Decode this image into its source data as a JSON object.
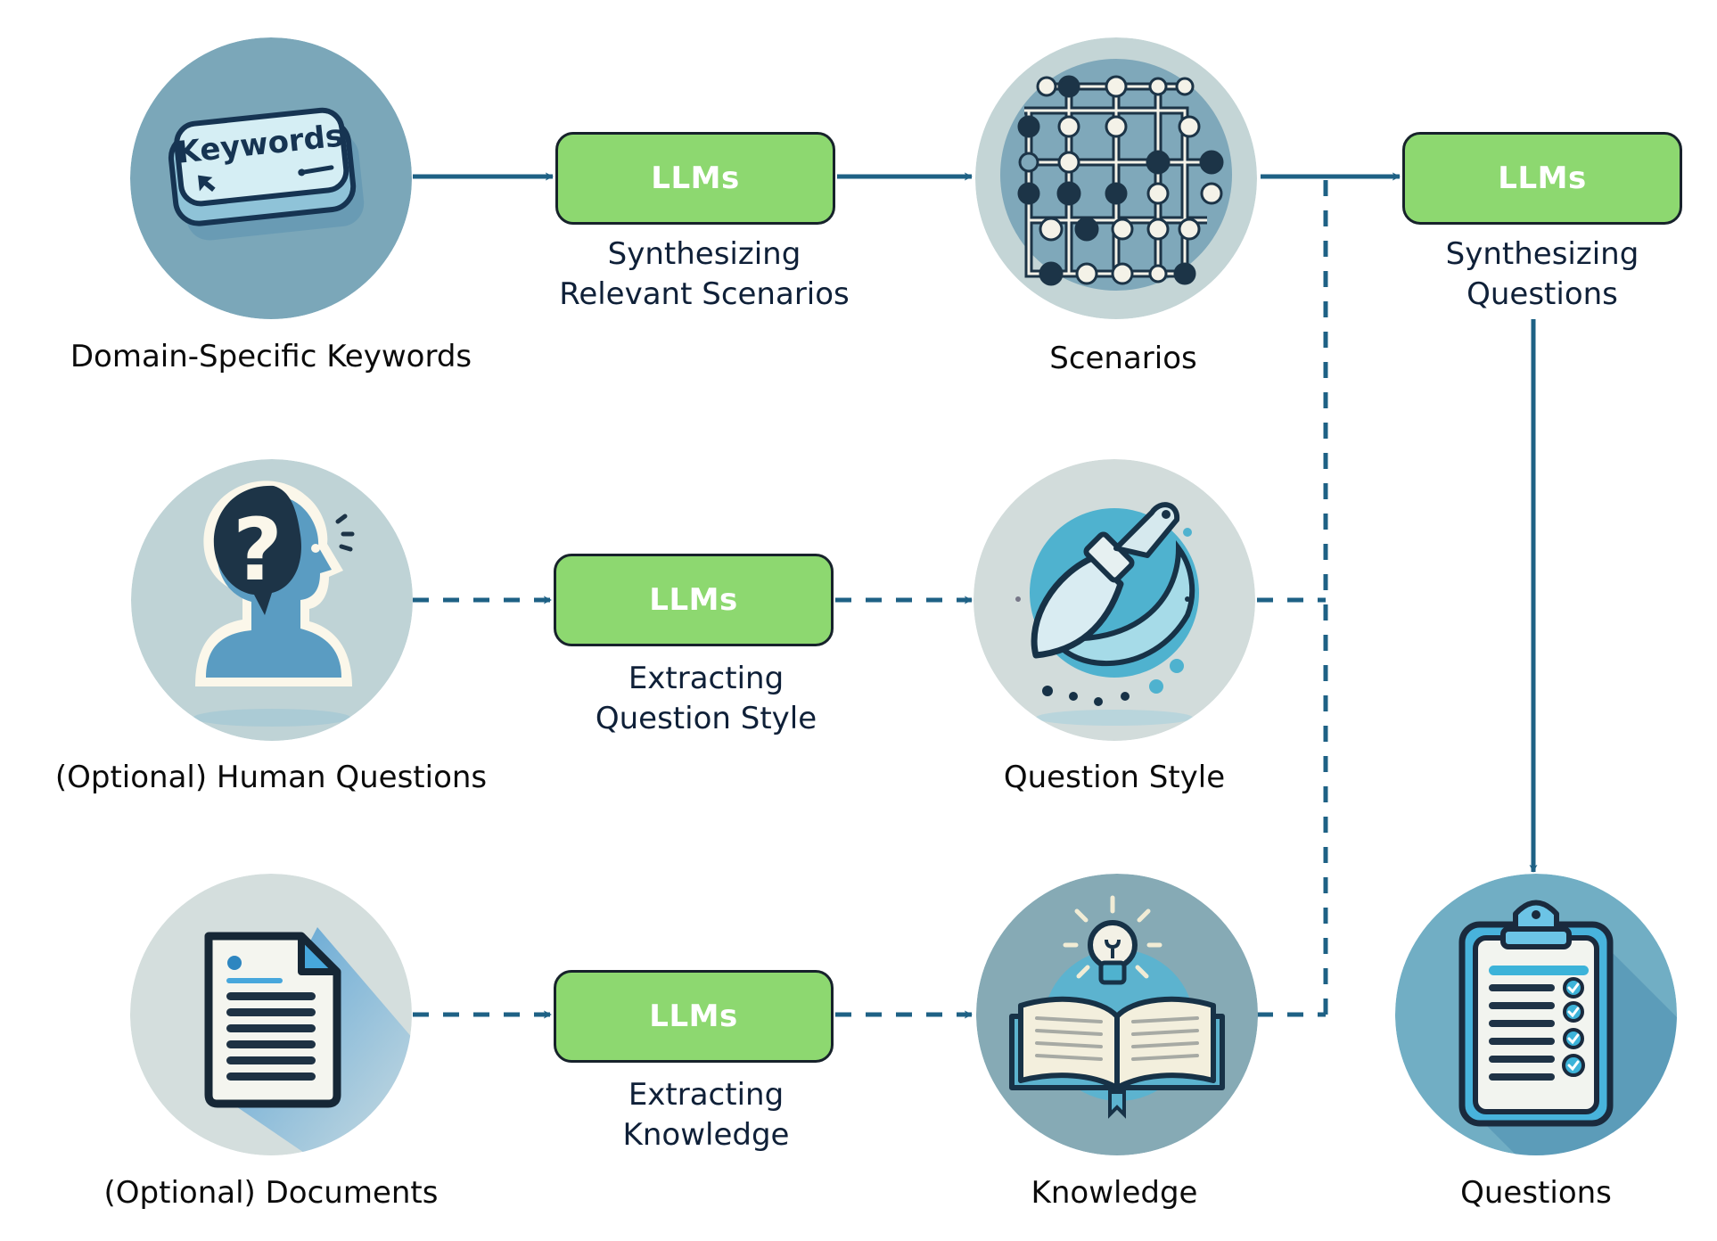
{
  "diagram": {
    "colors": {
      "llm_box": "#8dd870",
      "arrow": "#1e6185",
      "caption_text": "#0f2038"
    },
    "nodes": {
      "keywords": {
        "label": "Domain-Specific Keywords",
        "icon": "keyboard-key-icon",
        "icon_text": "Keywords"
      },
      "human_questions": {
        "label": "(Optional) Human Questions",
        "icon": "head-question-icon"
      },
      "documents": {
        "label": "(Optional) Documents",
        "icon": "document-icon"
      },
      "scenarios": {
        "label": "Scenarios",
        "icon": "network-grid-icon"
      },
      "question_style": {
        "label": "Question Style",
        "icon": "paintbrush-icon"
      },
      "knowledge": {
        "label": "Knowledge",
        "icon": "book-lightbulb-icon"
      },
      "questions": {
        "label": "Questions",
        "icon": "clipboard-checklist-icon"
      }
    },
    "llm_steps": [
      {
        "box_label": "LLMs",
        "caption_line1": "Synthesizing",
        "caption_line2": "Relevant Scenarios",
        "edge": "solid"
      },
      {
        "box_label": "LLMs",
        "caption_line1": "Extracting",
        "caption_line2": "Question Style",
        "edge": "dashed"
      },
      {
        "box_label": "LLMs",
        "caption_line1": "Extracting",
        "caption_line2": "Knowledge",
        "edge": "dashed"
      },
      {
        "box_label": "LLMs",
        "caption_line1": "Synthesizing",
        "caption_line2": "Questions",
        "edge": "solid"
      }
    ]
  }
}
